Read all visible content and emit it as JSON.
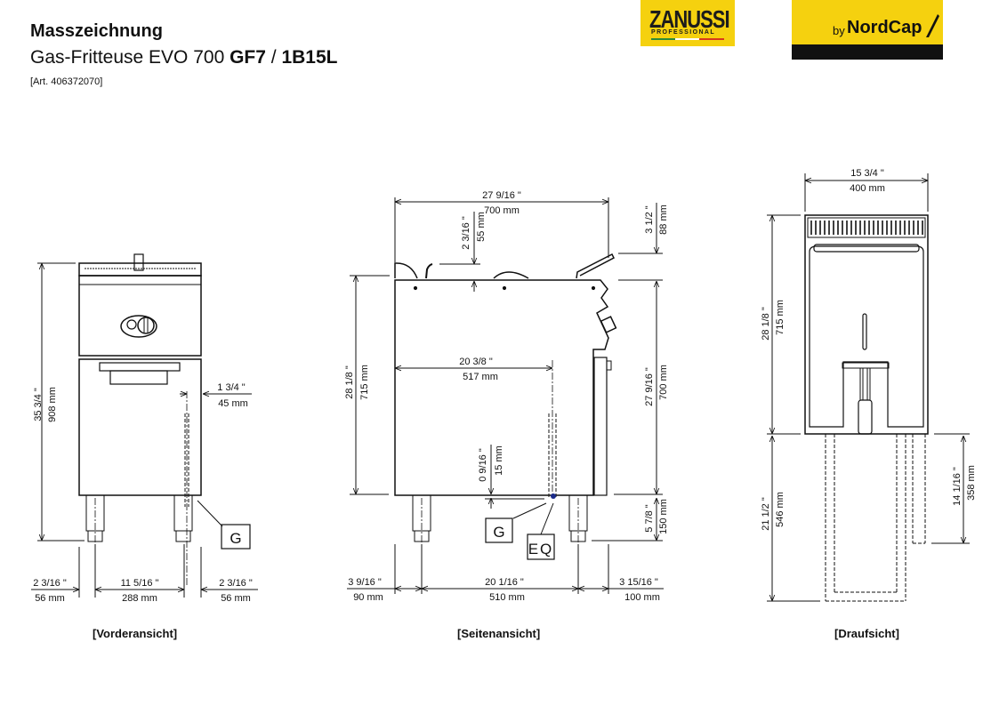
{
  "header": {
    "title": "Masszeichnung",
    "subtitle_prefix": "Gas-Fritteuse EVO 700 ",
    "model_code": "GF7",
    "separator": " / ",
    "variant_code": "1B15L",
    "article": "[Art. 406372070]"
  },
  "logos": {
    "zanussi_name": "ZANUSSI",
    "zanussi_sub": "PROFESSIONAL",
    "nordcap_by": "by",
    "nordcap_name": "NordCap",
    "brand_yellow": "#f5d10f",
    "brand_black": "#111111"
  },
  "views": {
    "front": {
      "caption": "[Vorderansicht]",
      "height_in": "35 3/4 \"",
      "height_mm": "908 mm",
      "gas_offset_in": "1 3/4 \"",
      "gas_offset_mm": "45 mm",
      "gas_label": "G",
      "left_in": "2 3/16 \"",
      "left_mm": "56 mm",
      "center_in": "11 5/16 \"",
      "center_mm": "288 mm",
      "right_in": "2 3/16 \"",
      "right_mm": "56 mm"
    },
    "side": {
      "caption": "[Seitenansicht]",
      "depth_in": "27 9/16 \"",
      "depth_mm": "700 mm",
      "top_in": "2 3/16 \"",
      "top_mm": "55 mm",
      "basket_in": "3 1/2 \"",
      "basket_mm": "88 mm",
      "body_height_in": "28 1/8 \"",
      "body_height_mm": "715 mm",
      "gas_depth_in": "20 3/8 \"",
      "gas_depth_mm": "517 mm",
      "worktop_in": "27 9/16 \"",
      "worktop_mm": "700 mm",
      "gas_height_in": "0 9/16 \"",
      "gas_height_mm": "15 mm",
      "leg_in": "5 7/8 \"",
      "leg_mm": "150 mm",
      "gas_label": "G",
      "eq_label": "EQ",
      "rear_in": "3 9/16 \"",
      "rear_mm": "90 mm",
      "legs_in": "20 1/16 \"",
      "legs_mm": "510 mm",
      "front_in": "3 15/16 \"",
      "front_mm": "100 mm"
    },
    "top": {
      "caption": "[Draufsicht]",
      "width_in": "15 3/4 \"",
      "width_mm": "400 mm",
      "depth_in": "28 1/8 \"",
      "depth_mm": "715 mm",
      "door_in": "21 1/2 \"",
      "door_mm": "546 mm",
      "drawer_in": "14 1/16 \"",
      "drawer_mm": "358 mm"
    }
  }
}
